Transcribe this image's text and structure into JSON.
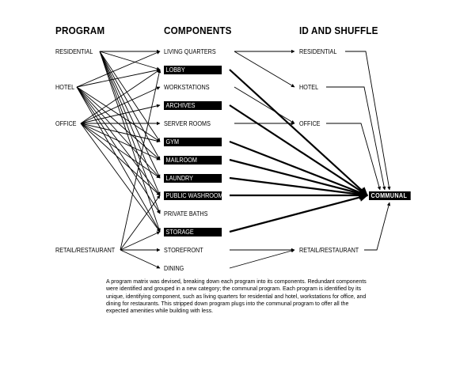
{
  "headings": {
    "program": "PROGRAM",
    "components": "COMPONENTS",
    "id_shuffle": "ID AND SHUFFLE"
  },
  "program": [
    "RESIDENTIAL",
    "HOTEL",
    "OFFICE",
    "RETAIL/RESTAURANT"
  ],
  "components": [
    {
      "label": "LIVING QUARTERS",
      "shared": false
    },
    {
      "label": "LOBBY",
      "shared": true
    },
    {
      "label": "WORKSTATIONS",
      "shared": false
    },
    {
      "label": "ARCHIVES",
      "shared": true
    },
    {
      "label": "SERVER ROOMS",
      "shared": false
    },
    {
      "label": "GYM",
      "shared": true
    },
    {
      "label": "MAILROOM",
      "shared": true
    },
    {
      "label": "LAUNDRY",
      "shared": true
    },
    {
      "label": "PUBLIC WASHROOMS",
      "shared": true
    },
    {
      "label": "PRIVATE BATHS",
      "shared": false
    },
    {
      "label": "STORAGE",
      "shared": true
    },
    {
      "label": "STOREFRONT",
      "shared": false
    },
    {
      "label": "DINING",
      "shared": false
    }
  ],
  "shuffle": [
    "RESIDENTIAL",
    "HOTEL",
    "OFFICE",
    "RETAIL/RESTAURANT"
  ],
  "hub": "COMMUNAL",
  "caption": "A program matrix was devised, breaking down each program into its components. Redundant components were identified and grouped in a new category; the communal program. Each program is  identified by its unique, identifying component, such as living quarters for residential and hotel, workstations for office, and dining for restaurants. This stripped down program plugs into the communal program to offer all the expected amenities while building with less."
}
